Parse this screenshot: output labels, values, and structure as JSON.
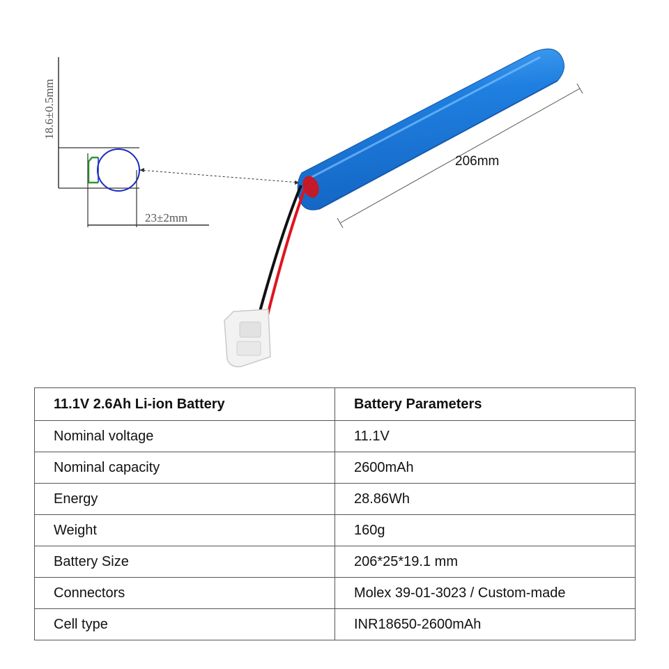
{
  "figure": {
    "diameter_label": "18.6±0.5mm",
    "width_label": "23±2mm",
    "length_label": "206mm",
    "battery_color": "#1f7fe0",
    "wire_colors": [
      "#111111",
      "#e0141e"
    ],
    "connector_color": "#f2f2f2"
  },
  "table": {
    "header": [
      "11.1V 2.6Ah Li-ion Battery",
      "Battery Parameters"
    ],
    "rows": [
      [
        "Nominal voltage",
        "11.1V"
      ],
      [
        "Nominal capacity",
        "2600mAh"
      ],
      [
        "Energy",
        "28.86Wh"
      ],
      [
        "Weight",
        "160g"
      ],
      [
        "Battery Size",
        "206*25*19.1 mm"
      ],
      [
        "Connectors",
        "Molex 39-01-3023 / Custom-made"
      ],
      [
        "Cell type",
        "INR18650-2600mAh"
      ]
    ]
  }
}
